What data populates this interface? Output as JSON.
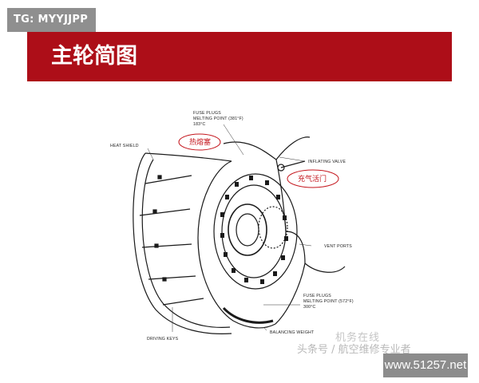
{
  "badge": {
    "text": "TG: MYYJJPP"
  },
  "header": {
    "title": "主轮简图"
  },
  "diagram": {
    "labels": {
      "fuse_plugs_top_1": "FUSE PLUGS",
      "fuse_plugs_top_2": "MELTING POINT (381°F)",
      "fuse_plugs_top_3": "183°C",
      "heat_shield": "HEAT SHIELD",
      "inflating_valve": "INFLATING VALVE",
      "vent_ports": "VENT PORTS",
      "fuse_plugs_bottom_1": "FUSE PLUGS",
      "fuse_plugs_bottom_2": "MELTING POINT (572°F)",
      "fuse_plugs_bottom_3": "300°C",
      "balancing_weight": "BALANCING WEIGHT",
      "driving_keys": "DRIVING KEYS"
    },
    "callouts": {
      "fusible_plug": "热熔塞",
      "inflation_valve": "充气活门"
    },
    "colors": {
      "callout": "#c4151c",
      "title_bar": "#ad0e18"
    }
  },
  "watermarks": {
    "line1": "机务在线",
    "line2": "头条号 / 航空维修专业者",
    "site": "www.51257.net"
  }
}
